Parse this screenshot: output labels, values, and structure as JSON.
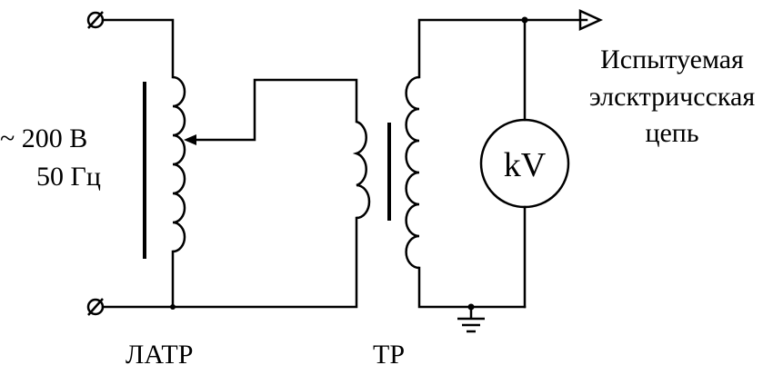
{
  "diagram": {
    "supply_label_voltage": "~ 200 В",
    "supply_label_frequency": "50 Гц",
    "latr_label": "ЛАТР",
    "tr_label": "ТР",
    "meter_label": "kV",
    "circuit_label_line1": "Испытуемая",
    "circuit_label_line2": "элсктричсская",
    "circuit_label_line3": "цепь"
  }
}
